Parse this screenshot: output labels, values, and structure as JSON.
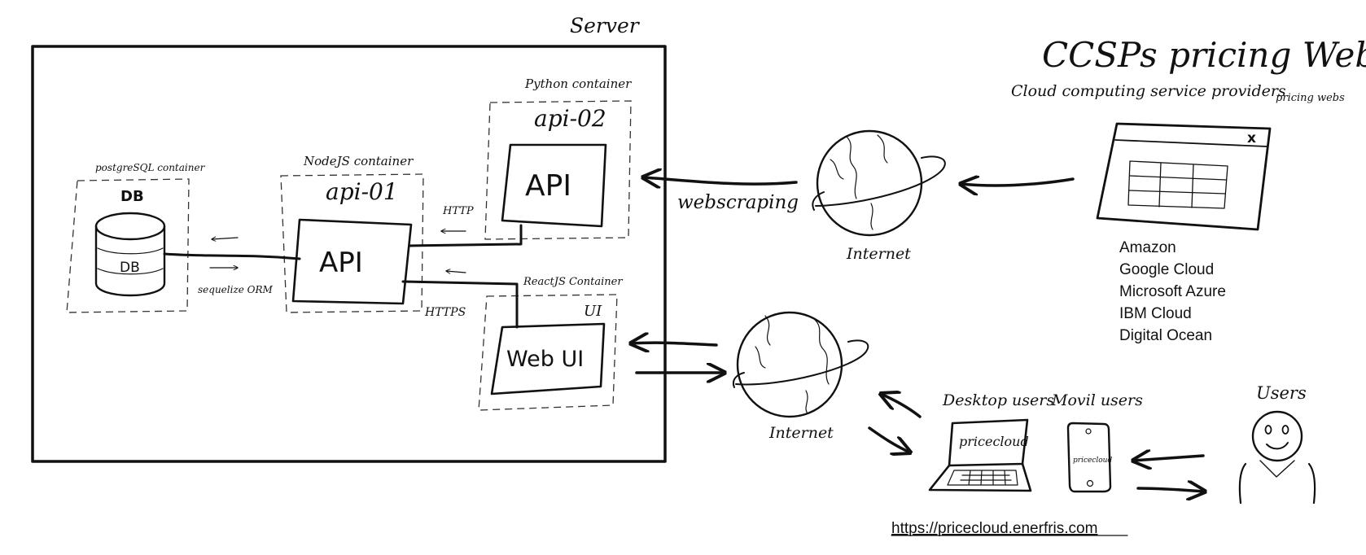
{
  "server": {
    "label": "Server"
  },
  "db": {
    "container": "postgreSQL container",
    "title": "DB",
    "cylinder_label": "DB"
  },
  "api01": {
    "container": "NodeJS container",
    "title": "api-01",
    "box_label": "API"
  },
  "api02": {
    "container": "Python container",
    "title": "api-02",
    "box_label": "API"
  },
  "ui": {
    "container": "ReactJS Container",
    "title": "UI",
    "box_label": "Web UI"
  },
  "links": {
    "orm": "sequelize ORM",
    "http": "HTTP",
    "https": "HTTPS",
    "webscraping": "webscraping"
  },
  "internet_top": {
    "label": "Internet"
  },
  "internet_bottom": {
    "label": "Internet"
  },
  "ccsp": {
    "title": "CCSPs pricing Webs",
    "subtitle": "Cloud computing service providers",
    "subtitle_small": "pricing webs",
    "providers": [
      "Amazon",
      "Google Cloud",
      "Microsoft Azure",
      "IBM Cloud",
      "Digital Ocean"
    ],
    "window_close": "x"
  },
  "clients": {
    "desktop_label": "Desktop users",
    "mobile_label": "Movil users",
    "laptop_screen": "pricecloud",
    "phone_screen": "pricecloud"
  },
  "users": {
    "label": "Users"
  },
  "url": "https://pricecloud.enerfris.com"
}
